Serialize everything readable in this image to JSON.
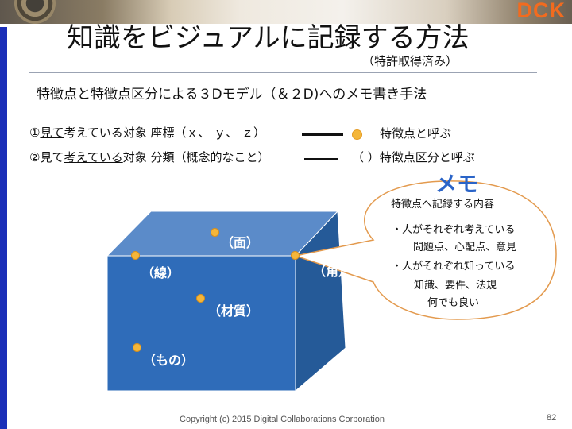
{
  "logo": "DCK",
  "title": "知識をビジュアルに記録する方法",
  "subtitle": "（特許取得済み）",
  "description": "特徴点と特徴点区分による３Dモデル（＆２D)へのメモ書き手法",
  "line1": {
    "prefix": "①",
    "underlined": "見て",
    "rest": "考えている対象  座標（ｘ、 ｙ、 ｚ）"
  },
  "line2": {
    "prefix": "②見て",
    "underlined": "考えている",
    "rest": "対象  分類（概念的なこと）"
  },
  "legend": {
    "point_label": "特徴点と呼ぶ",
    "category_label": "（   ）特徴点区分と呼ぶ"
  },
  "memo_label": "メモ",
  "cube": {
    "labels": {
      "face": "（面）",
      "line": "（線）",
      "corner": "（角）",
      "material": "（材質）",
      "object": "（もの）"
    },
    "colors": {
      "front": "#2f6cb9",
      "top": "#5b8bc9",
      "side": "#255a98",
      "point": "#f4b63a"
    }
  },
  "bubble": {
    "heading": "特徴点へ記録する内容",
    "lines": [
      "・人がそれぞれ考えている",
      "問題点、心配点、意見",
      "・人がそれぞれ知っている",
      "知識、要件、法規",
      "何でも良い"
    ],
    "border_color": "#e39a4e"
  },
  "footer": "Copyright (c) 2015 Digital Collaborations    Corporation",
  "page_number": "82"
}
